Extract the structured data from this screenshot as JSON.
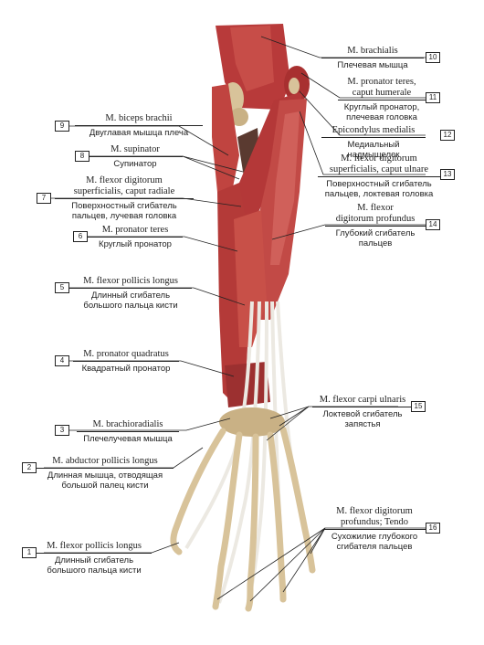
{
  "colors": {
    "muscle": "#b83a3a",
    "muscle_dark": "#8e2424",
    "muscle_light": "#d66a62",
    "tendon": "#e9e6df",
    "bone": "#d8c39a",
    "bone_dark": "#a88b5c",
    "leader": "#222222"
  },
  "labels": [
    {
      "id": "1",
      "num": "1",
      "latin": "M. flexor pollicis longus",
      "russian": "Длинный сгибатель\nбольшого пальца кисти"
    },
    {
      "id": "2",
      "num": "2",
      "latin": "M. abductor pollicis longus",
      "russian": "Длинная мышца, отводящая\nбольшой палец кисти"
    },
    {
      "id": "3",
      "num": "3",
      "latin": "M. brachioradialis",
      "russian": "Плечелучевая мышца"
    },
    {
      "id": "4",
      "num": "4",
      "latin": "M. pronator quadratus",
      "russian": "Квадратный пронатор"
    },
    {
      "id": "5",
      "num": "5",
      "latin": "M. flexor pollicis longus",
      "russian": "Длинный сгибатель\nбольшого пальца кисти"
    },
    {
      "id": "6",
      "num": "6",
      "latin": "M. pronator teres",
      "russian": "Круглый пронатор"
    },
    {
      "id": "7",
      "num": "7",
      "latin": "M. flexor digitorum\nsuperficialis, caput radiale",
      "russian": "Поверхностный сгибатель\nпальцев, лучевая головка"
    },
    {
      "id": "8",
      "num": "8",
      "latin": "M. supinator",
      "russian": "Супинатор"
    },
    {
      "id": "9",
      "num": "9",
      "latin": "M. biceps brachii",
      "russian": "Двуглавая мышца плеча"
    },
    {
      "id": "10",
      "num": "10",
      "latin": "M. brachialis",
      "russian": "Плечевая мышца"
    },
    {
      "id": "11",
      "num": "11",
      "latin": "M. pronator teres,\ncaput humerale",
      "russian": "Круглый пронатор,\nплечевая головка"
    },
    {
      "id": "12",
      "num": "12",
      "latin": "Epicondylus medialis",
      "russian": "Медиальный надмыщелок"
    },
    {
      "id": "13",
      "num": "13",
      "latin": "M. flexor digitorum\nsuperficialis, caput ulnare",
      "russian": "Поверхностный сгибатель\nпальцев, локтевая головка"
    },
    {
      "id": "14",
      "num": "14",
      "latin": "M. flexor\ndigitorum profundus",
      "russian": "Глубокий сгибатель\nпальцев"
    },
    {
      "id": "15",
      "num": "15",
      "latin": "M. flexor carpi ulnaris",
      "russian": "Локтевой сгибатель\nзапястья"
    },
    {
      "id": "16",
      "num": "16",
      "latin": "M. flexor digitorum\nprofundus; Tendo",
      "russian": "Сухожилие глубокого\nсгибателя пальцев"
    }
  ]
}
